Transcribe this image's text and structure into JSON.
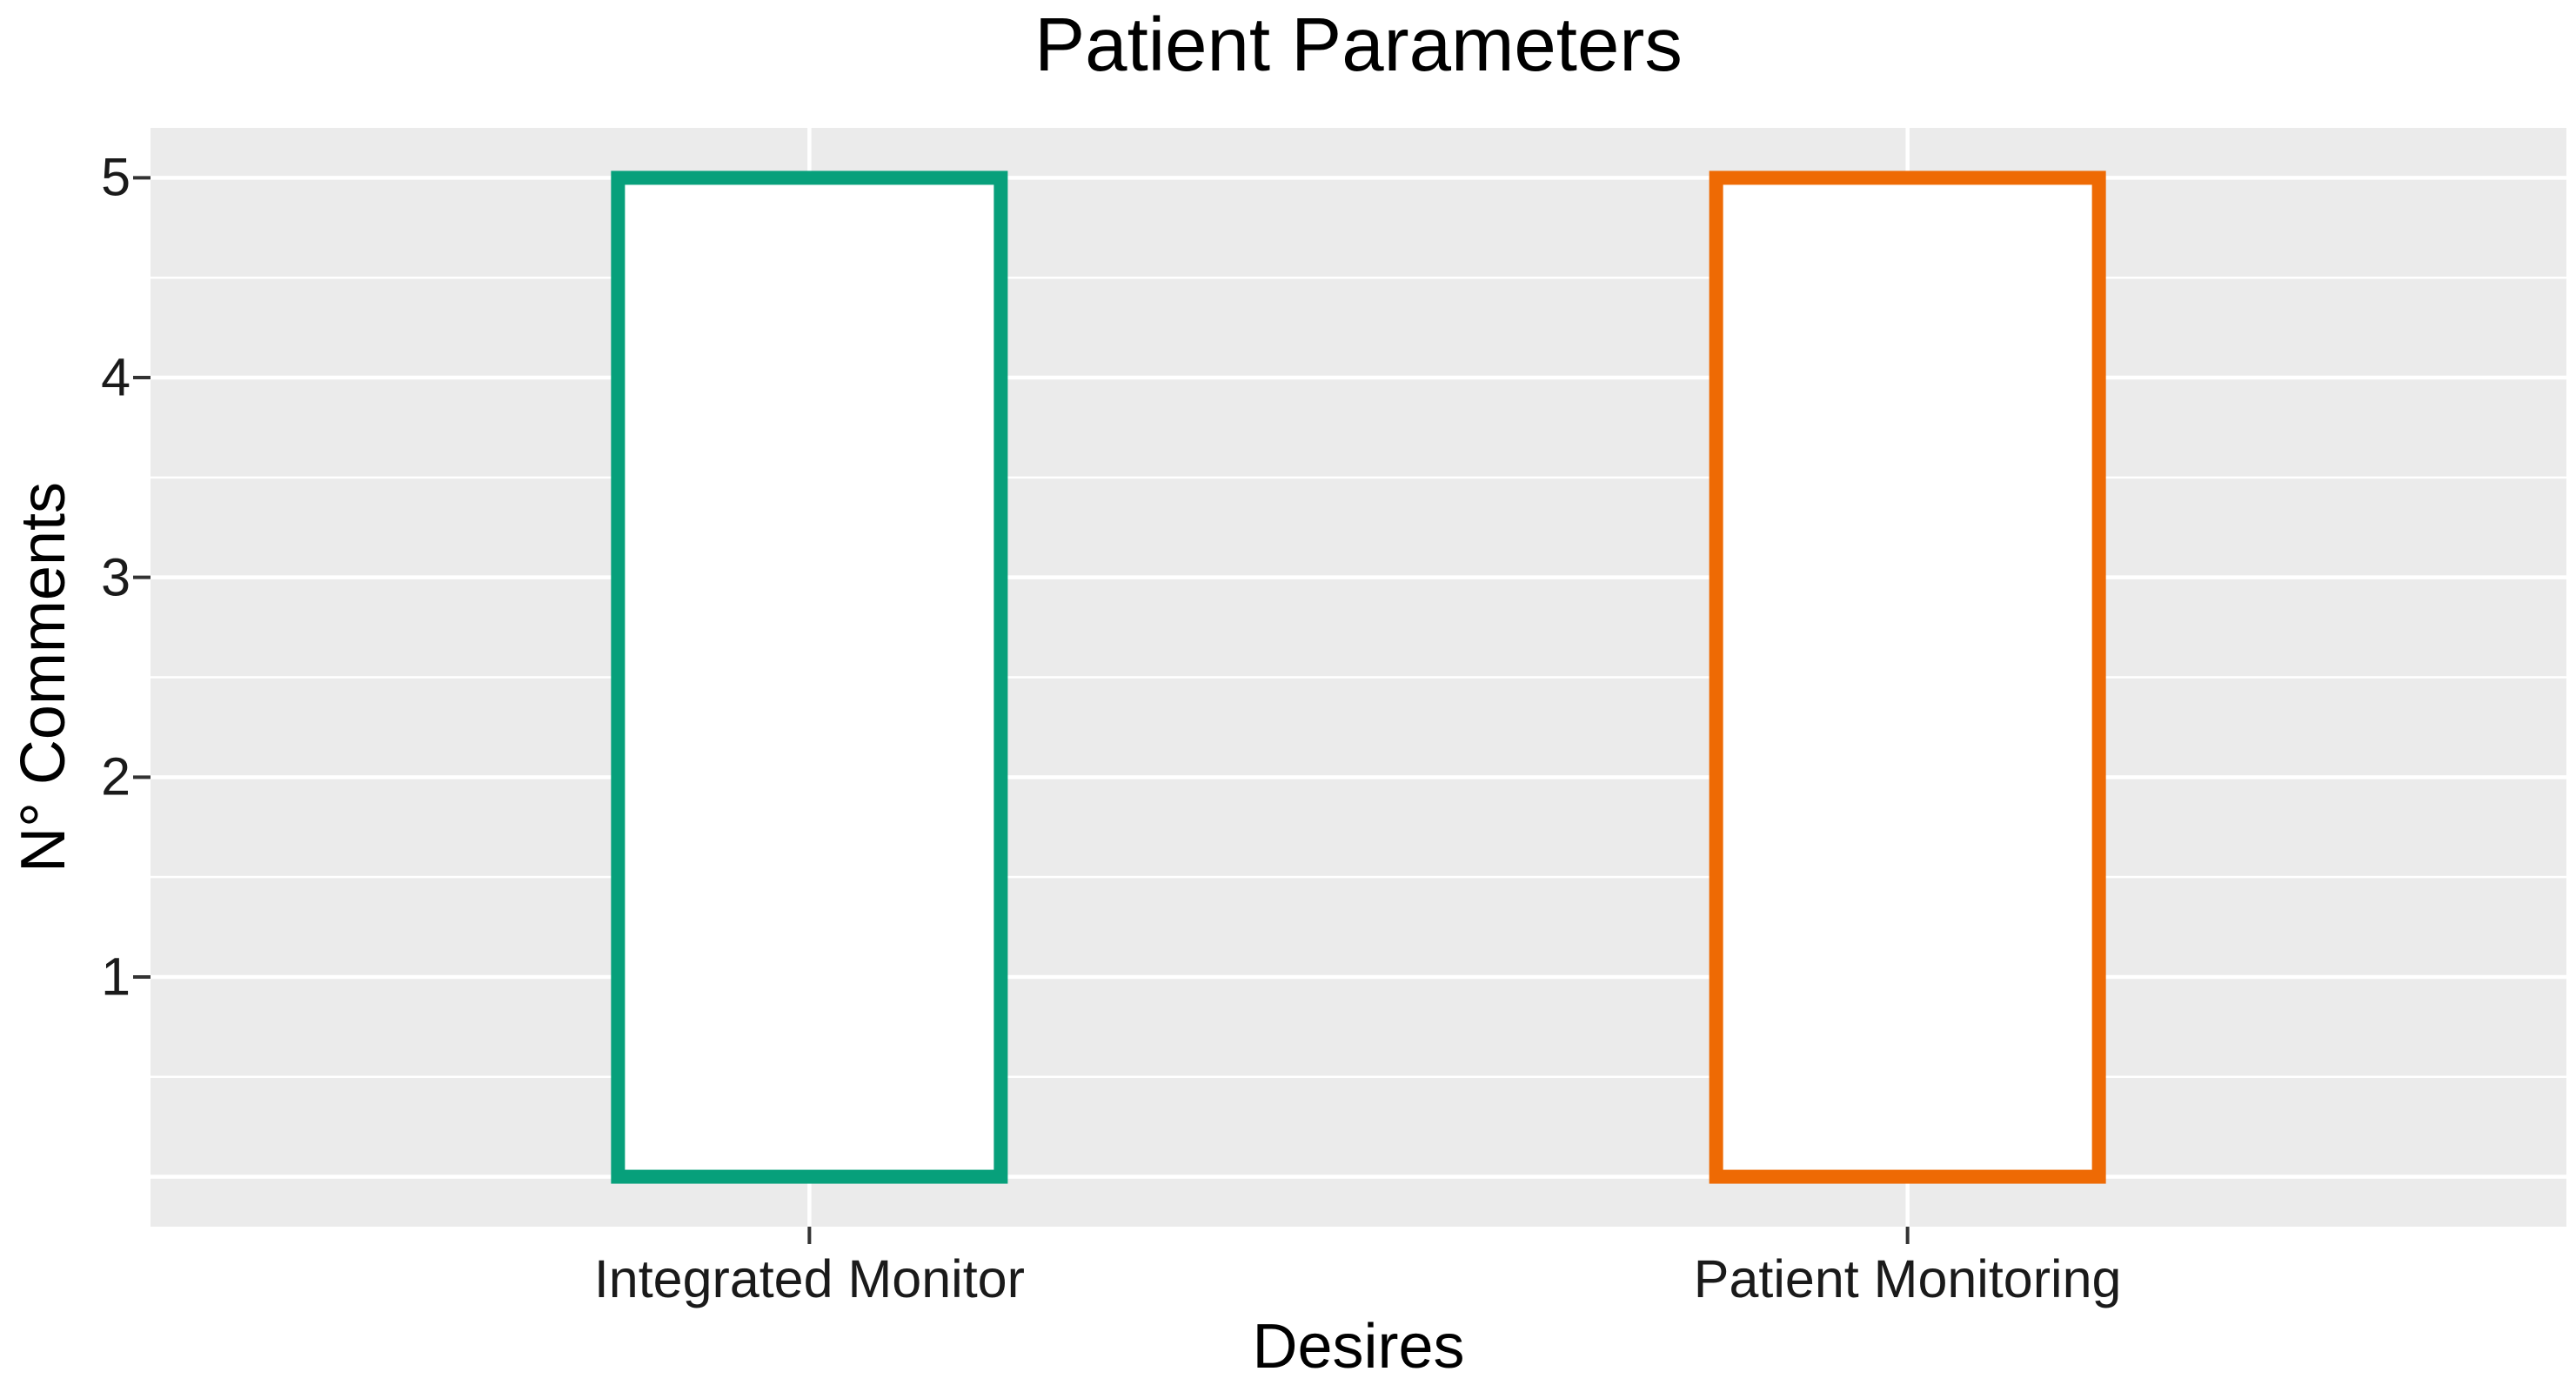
{
  "chart_data": {
    "type": "bar",
    "title": "Patient Parameters",
    "xlabel": "Desires",
    "ylabel": "N° Comments",
    "categories": [
      "Integrated Monitor",
      "Patient Monitoring"
    ],
    "values": [
      5,
      5
    ],
    "bar_outline_colors": [
      "#07A07B",
      "#EE6A04"
    ],
    "bar_fill": "#FFFFFF",
    "yticks": [
      1,
      2,
      3,
      4,
      5
    ],
    "ygrid_major": [
      0,
      1,
      2,
      3,
      4,
      5
    ],
    "ygrid_minor": [
      0.5,
      1.5,
      2.5,
      3.5,
      4.5
    ],
    "ylim": [
      -0.25,
      5.25
    ],
    "panel_bg": "#EBEBEB",
    "grid_color": "#FFFFFF",
    "axis_tick_color": "#333333",
    "tick_label_color": "#1a1a1a",
    "legend": "none",
    "grid": "major horizontal at integers, minor at halves, vertical at category centers"
  }
}
